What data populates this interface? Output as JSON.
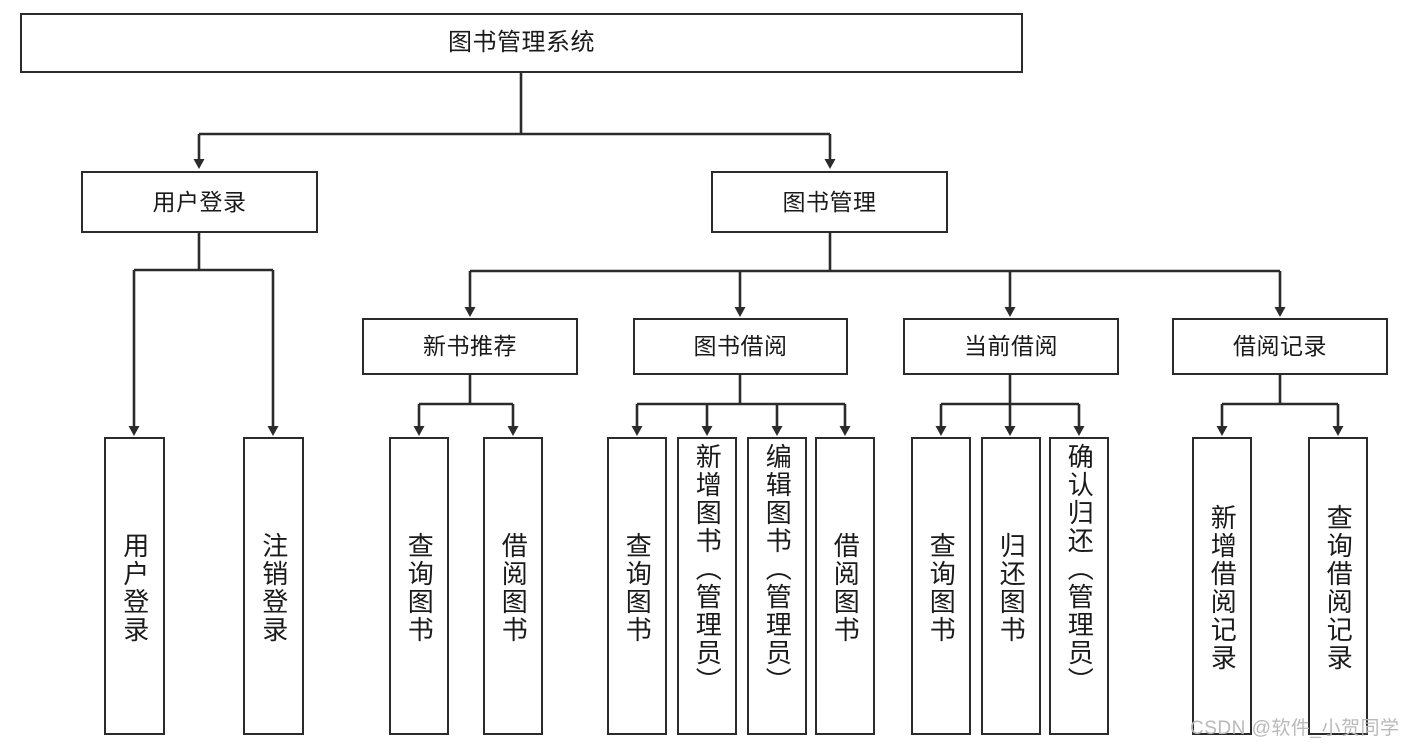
{
  "diagram": {
    "title": "图书管理系统",
    "watermark": "CSDN @软件_小贺同学",
    "line_color": "#2b2b2b",
    "background": "#ffffff",
    "text_color": "#1a1a1a",
    "watermark_color": "#b9b9b9",
    "type": "tree-hierarchy",
    "levels": 4
  },
  "nodes": {
    "root": {
      "label": "图书管理系统"
    },
    "level2": [
      {
        "label": "用户登录"
      },
      {
        "label": "图书管理"
      }
    ],
    "level3": [
      {
        "label": "新书推荐"
      },
      {
        "label": "图书借阅"
      },
      {
        "label": "当前借阅"
      },
      {
        "label": "借阅记录"
      }
    ],
    "leaves_user_login": [
      {
        "label": "用户登录"
      },
      {
        "label": "注销登录"
      }
    ],
    "leaves_new_book": [
      {
        "label": "查询图书"
      },
      {
        "label": "借阅图书"
      }
    ],
    "leaves_borrow": [
      {
        "label": "查询图书"
      },
      {
        "label": "新增图书（管理员）"
      },
      {
        "label": "编辑图书（管理员）"
      },
      {
        "label": "借阅图书"
      }
    ],
    "leaves_current": [
      {
        "label": "查询图书"
      },
      {
        "label": "归还图书"
      },
      {
        "label": "确认归还（管理员）"
      }
    ],
    "leaves_records": [
      {
        "label": "新增借阅记录"
      },
      {
        "label": "查询借阅记录"
      }
    ]
  }
}
